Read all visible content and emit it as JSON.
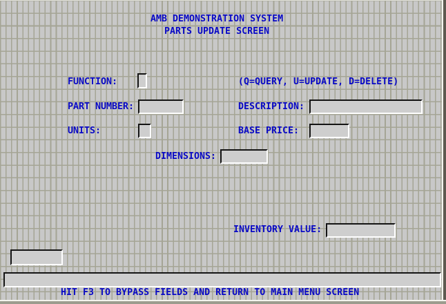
{
  "screen": {
    "title_line_1": "AMB DEMONSTRATION SYSTEM",
    "title_line_2": "PARTS UPDATE SCREEN",
    "footer_message": "HIT F3 TO BYPASS FIELDS AND RETURN TO MAIN MENU SCREEN"
  },
  "labels": {
    "function": "FUNCTION:",
    "function_hint": "(Q=QUERY, U=UPDATE, D=DELETE)",
    "part_number": "PART NUMBER:",
    "description": "DESCRIPTION:",
    "units": "UNITS:",
    "base_price": "BASE PRICE:",
    "dimensions": "DIMENSIONS:",
    "inventory_value": "INVENTORY VALUE:"
  },
  "fields": {
    "function": {
      "value": "",
      "max_chars": 1
    },
    "part_number": {
      "value": ""
    },
    "description": {
      "value": ""
    },
    "units": {
      "value": ""
    },
    "base_price": {
      "value": ""
    },
    "dimensions": {
      "value": ""
    },
    "inventory_value": {
      "value": ""
    },
    "status_box": {
      "value": ""
    },
    "message_bar": {
      "value": ""
    }
  },
  "colors": {
    "label_text": "#0909c6",
    "screen_background": "#c8c8c8",
    "grid_line": "#a5a595",
    "field_background": "#cecece",
    "field_border_dark": "#141414",
    "field_border_light": "#ffffff"
  }
}
